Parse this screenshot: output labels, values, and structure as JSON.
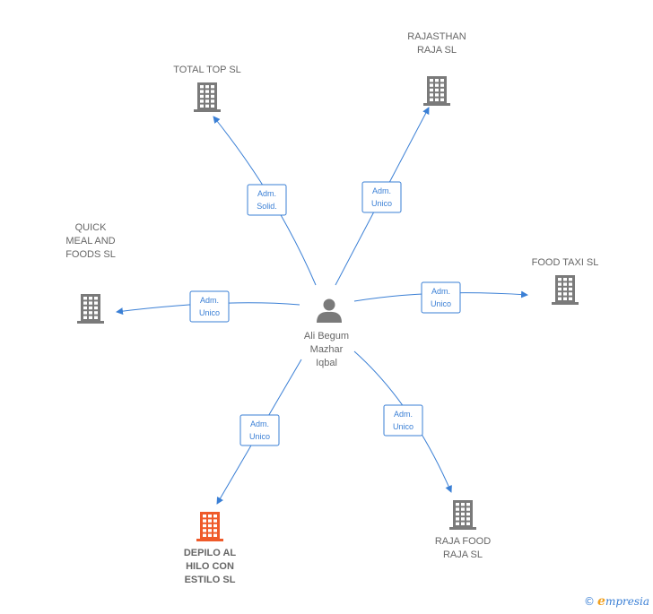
{
  "person": {
    "name_lines": [
      "Ali Begum",
      "Mazhar",
      "Iqbal"
    ],
    "icon": "person-icon"
  },
  "companies": [
    {
      "id": "total-top",
      "lines": [
        "TOTAL TOP  SL"
      ],
      "icon": "building-icon",
      "highlight": false
    },
    {
      "id": "rajasthan-raja",
      "lines": [
        "RAJASTHAN",
        "RAJA  SL"
      ],
      "icon": "building-icon",
      "highlight": false
    },
    {
      "id": "food-taxi",
      "lines": [
        "FOOD TAXI  SL"
      ],
      "icon": "building-icon",
      "highlight": false
    },
    {
      "id": "quick-meal",
      "lines": [
        "QUICK",
        "MEAL AND",
        "FOODS  SL"
      ],
      "icon": "building-icon",
      "highlight": false
    },
    {
      "id": "depilo-al-hilo",
      "lines": [
        "DEPILO AL",
        "HILO CON",
        "ESTILO  SL"
      ],
      "icon": "building-icon",
      "highlight": true
    },
    {
      "id": "raja-food",
      "lines": [
        "RAJA FOOD",
        "RAJA  SL"
      ],
      "icon": "building-icon",
      "highlight": false
    }
  ],
  "roles": [
    {
      "target": "total-top",
      "lines": [
        "Adm.",
        "Solid."
      ]
    },
    {
      "target": "rajasthan-raja",
      "lines": [
        "Adm.",
        "Unico"
      ]
    },
    {
      "target": "food-taxi",
      "lines": [
        "Adm.",
        "Unico"
      ]
    },
    {
      "target": "quick-meal",
      "lines": [
        "Adm.",
        "Unico"
      ]
    },
    {
      "target": "depilo-al-hilo",
      "lines": [
        "Adm.",
        "Unico"
      ]
    },
    {
      "target": "raja-food",
      "lines": [
        "Adm.",
        "Unico"
      ]
    }
  ],
  "colors": {
    "edge": "#3a7fd5",
    "building": "#7a7a7a",
    "highlight": "#ef5a2a",
    "text": "#666666"
  },
  "footer": {
    "copyright": "©",
    "brand_initial": "e",
    "brand_rest": "mpresia"
  }
}
